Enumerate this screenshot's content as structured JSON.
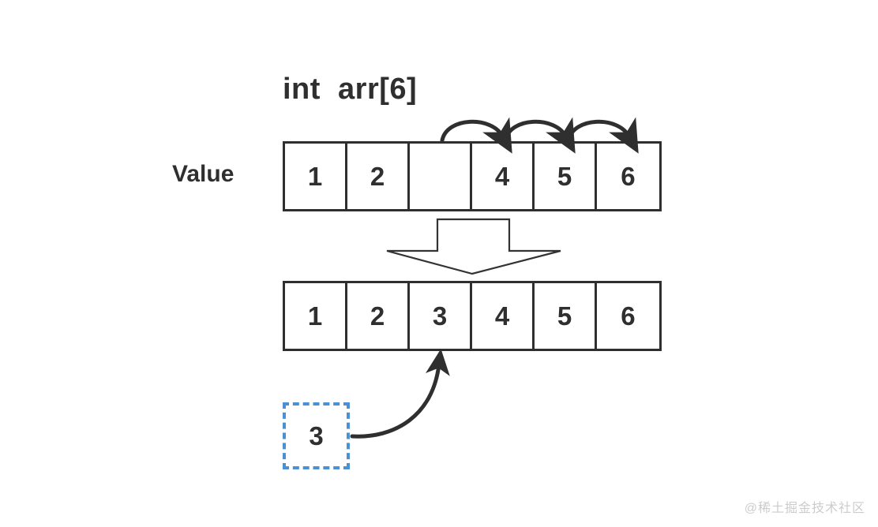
{
  "diagram": {
    "title": "int  arr[6]",
    "row_label": "Value",
    "array_before": {
      "name": "array-before-insert",
      "cells": [
        "1",
        "2",
        "",
        "4",
        "5",
        "6"
      ]
    },
    "array_after": {
      "name": "array-after-insert",
      "cells": [
        "1",
        "2",
        "3",
        "4",
        "5",
        "6"
      ]
    },
    "inserted_value": {
      "label": "3",
      "border_color": "#4a90d2",
      "style": "dashed"
    },
    "shift_arrows": {
      "count": 3,
      "description": "curved-shift-right-arrow",
      "color": "#2f2f2f"
    },
    "transform_arrow": {
      "description": "large-hollow-down-arrow",
      "stroke_color": "#333333",
      "fill": "none"
    },
    "insert_arrow": {
      "description": "curved-insert-arrow",
      "color": "#2f2f2f",
      "target_index": 2
    },
    "colors": {
      "stroke": "#2f2f2f",
      "accent": "#4a90d2",
      "background": "#ffffff",
      "watermark": "#cccccc"
    }
  },
  "watermark": {
    "text": "@稀土掘金技术社区"
  }
}
